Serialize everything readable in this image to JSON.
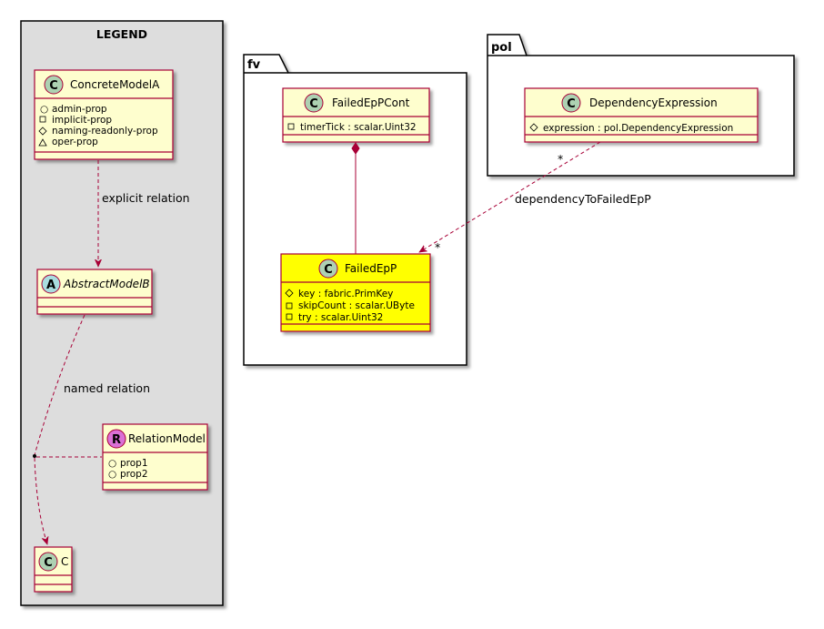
{
  "legend": {
    "title": "LEGEND",
    "concrete_class": {
      "name": "ConcreteModelA",
      "stereotype": "C",
      "props": [
        {
          "visibility": "+",
          "name": "admin-prop"
        },
        {
          "visibility": "-",
          "name": "implicit-prop"
        },
        {
          "visibility": "#",
          "name": "naming-readonly-prop"
        },
        {
          "visibility": "~",
          "name": "oper-prop"
        }
      ]
    },
    "abstract_class": {
      "name": "AbstractModelB",
      "stereotype": "A"
    },
    "relation_class": {
      "name": "RelationModel",
      "stereotype": "R",
      "props": [
        {
          "visibility": "+",
          "name": "prop1"
        },
        {
          "visibility": "+",
          "name": "prop2"
        }
      ]
    },
    "c_class": {
      "name": "C",
      "stereotype": "C"
    },
    "explicit_relation_label": "explicit relation",
    "named_relation_label": "named relation"
  },
  "packages": {
    "fv": {
      "name": "fv",
      "cont": {
        "name": "FailedEpPCont",
        "stereotype": "C",
        "props": [
          {
            "visibility": "-",
            "name": "timerTick : scalar.Uint32"
          }
        ]
      },
      "ep": {
        "name": "FailedEpP",
        "stereotype": "C",
        "props": [
          {
            "visibility": "#",
            "name": "key : fabric.PrimKey"
          },
          {
            "visibility": "-",
            "name": "skipCount : scalar.UByte"
          },
          {
            "visibility": "-",
            "name": "try : scalar.Uint32"
          }
        ]
      }
    },
    "pol": {
      "name": "pol",
      "dep": {
        "name": "DependencyExpression",
        "stereotype": "C",
        "props": [
          {
            "visibility": "#",
            "name": "expression : pol.DependencyExpression"
          }
        ]
      }
    }
  },
  "relations": {
    "dep_to_failed": {
      "label": "dependencyToFailedEpP",
      "source_multiplicity": "*",
      "target_multiplicity": "*"
    }
  },
  "colors": {
    "class_fill": "#FEFECE",
    "class_border": "#A80036",
    "highlight_fill": "#FFFF00",
    "legend_fill": "#DDDDDD",
    "stereo_C": "#ADD1B2",
    "stereo_A": "#A9DCDF",
    "stereo_R": "#DA70D6",
    "edge": "#A80036"
  }
}
